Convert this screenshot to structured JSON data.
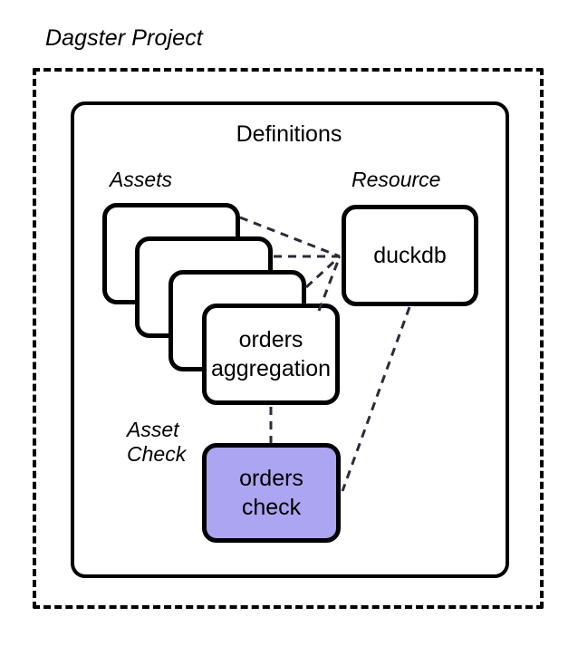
{
  "diagram": {
    "title": "Dagster Project",
    "container": {
      "label": "Definitions"
    },
    "groups": {
      "assets_label": "Assets",
      "resource_label": "Resource",
      "asset_check_label_line1": "Asset",
      "asset_check_label_line2": "Check"
    },
    "nodes": {
      "asset_card_1": "",
      "asset_card_2": "",
      "asset_card_3": "",
      "asset_card_4_line1": "orders",
      "asset_card_4_line2": "aggregation",
      "resource": "duckdb",
      "asset_check_line1": "orders",
      "asset_check_line2": "check"
    },
    "colors": {
      "stroke": "#000000",
      "background": "#ffffff",
      "asset_check_fill": "#aba5f2",
      "connector": "#2b2b3a"
    },
    "edges": [
      {
        "from": "asset_card_1",
        "to": "resource",
        "style": "dashed"
      },
      {
        "from": "asset_card_2",
        "to": "resource",
        "style": "dashed"
      },
      {
        "from": "asset_card_3",
        "to": "resource",
        "style": "dashed"
      },
      {
        "from": "asset_card_4",
        "to": "resource",
        "style": "dashed"
      },
      {
        "from": "asset_card_4",
        "to": "asset_check",
        "style": "dashed"
      },
      {
        "from": "resource",
        "to": "asset_check",
        "style": "dashed"
      }
    ]
  }
}
